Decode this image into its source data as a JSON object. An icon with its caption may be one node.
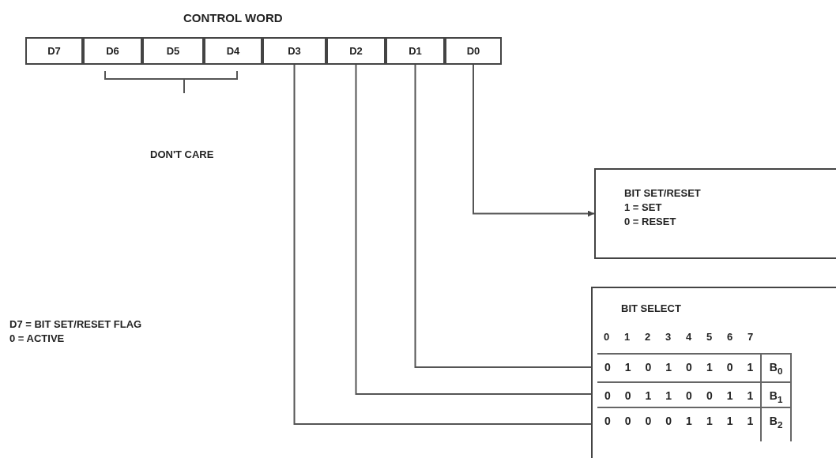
{
  "diagram": {
    "nodes": [
      {
        "text": [
          "D7"
        ]
      },
      {
        "text": [
          "D6"
        ]
      },
      {
        "text": [
          "D5"
        ]
      },
      {
        "text": [
          "D4"
        ]
      },
      {
        "text": [
          "D3"
        ]
      },
      {
        "text": [
          "D2"
        ]
      },
      {
        "text": [
          "D1"
        ]
      },
      {
        "text": [
          "D0"
        ]
      },
      {
        "text": [
          "BIT SET/RESET",
          "1 = SET",
          "0 = RESET"
        ]
      },
      {
        "text": [
          "BIT SELECT"
        ]
      },
      {
        "text": [
          "0",
          "1",
          "0",
          "1",
          "0",
          "1",
          "0",
          "1",
          "B$_{0}$"
        ],
        "in": 9
      },
      {
        "text": [
          "0",
          "0",
          "1",
          "1",
          "0",
          "0",
          "1",
          "1",
          "B$_{1}$"
        ],
        "in": 9
      },
      {
        "text": [
          "0",
          "0",
          "0",
          "0",
          "1",
          "1",
          "1",
          "1",
          "B$_{2}$"
        ],
        "in": 9
      }
    ],
    "edges": [
      {
        "from": 7,
        "to": 8,
        "arrow": "to"
      },
      {
        "from": 6,
        "to": 10,
        "arrow": "to"
      },
      {
        "from": 5,
        "to": 11,
        "arrow": "to"
      },
      {
        "from": 4,
        "to": 12,
        "arrow": "to"
      }
    ],
    "labels": [
      "CONTROL WORD",
      "DON'T CARE",
      "0",
      "1",
      "2",
      "3",
      "4",
      "5",
      "6",
      "7",
      "D7 = BIT SET/RESET FLAG",
      "0 = ACTIVE"
    ]
  }
}
